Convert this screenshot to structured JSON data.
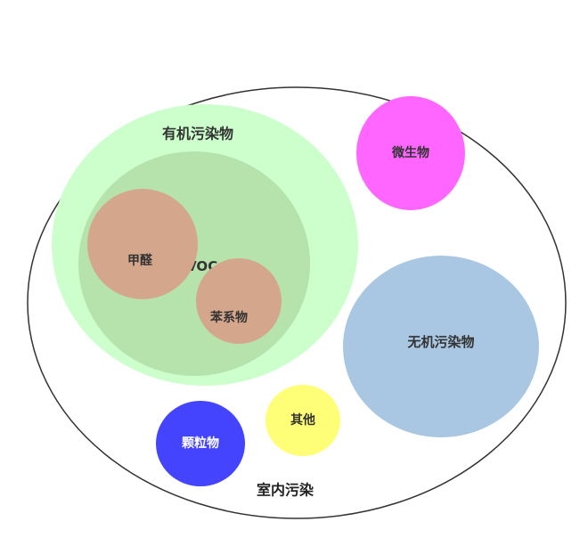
{
  "diagram": {
    "outer": {
      "label": "室内污染"
    },
    "organic": {
      "label": "有机污染物",
      "color": "#ccffcc"
    },
    "tvocs": {
      "label": "TVOCs",
      "color": "#b6e3ac"
    },
    "formaldehyde": {
      "label": "甲醛",
      "color": "#d4a68b"
    },
    "benzene": {
      "label": "苯系物",
      "color": "#d4a68b"
    },
    "microbes": {
      "label": "微生物",
      "color": "#ff66ff"
    },
    "inorganic": {
      "label": "无机污染物",
      "color": "#a9c7e2"
    },
    "particulates": {
      "label": "颗粒物",
      "color": "#4444ff"
    },
    "other": {
      "label": "其他",
      "color": "#ffff77"
    }
  }
}
